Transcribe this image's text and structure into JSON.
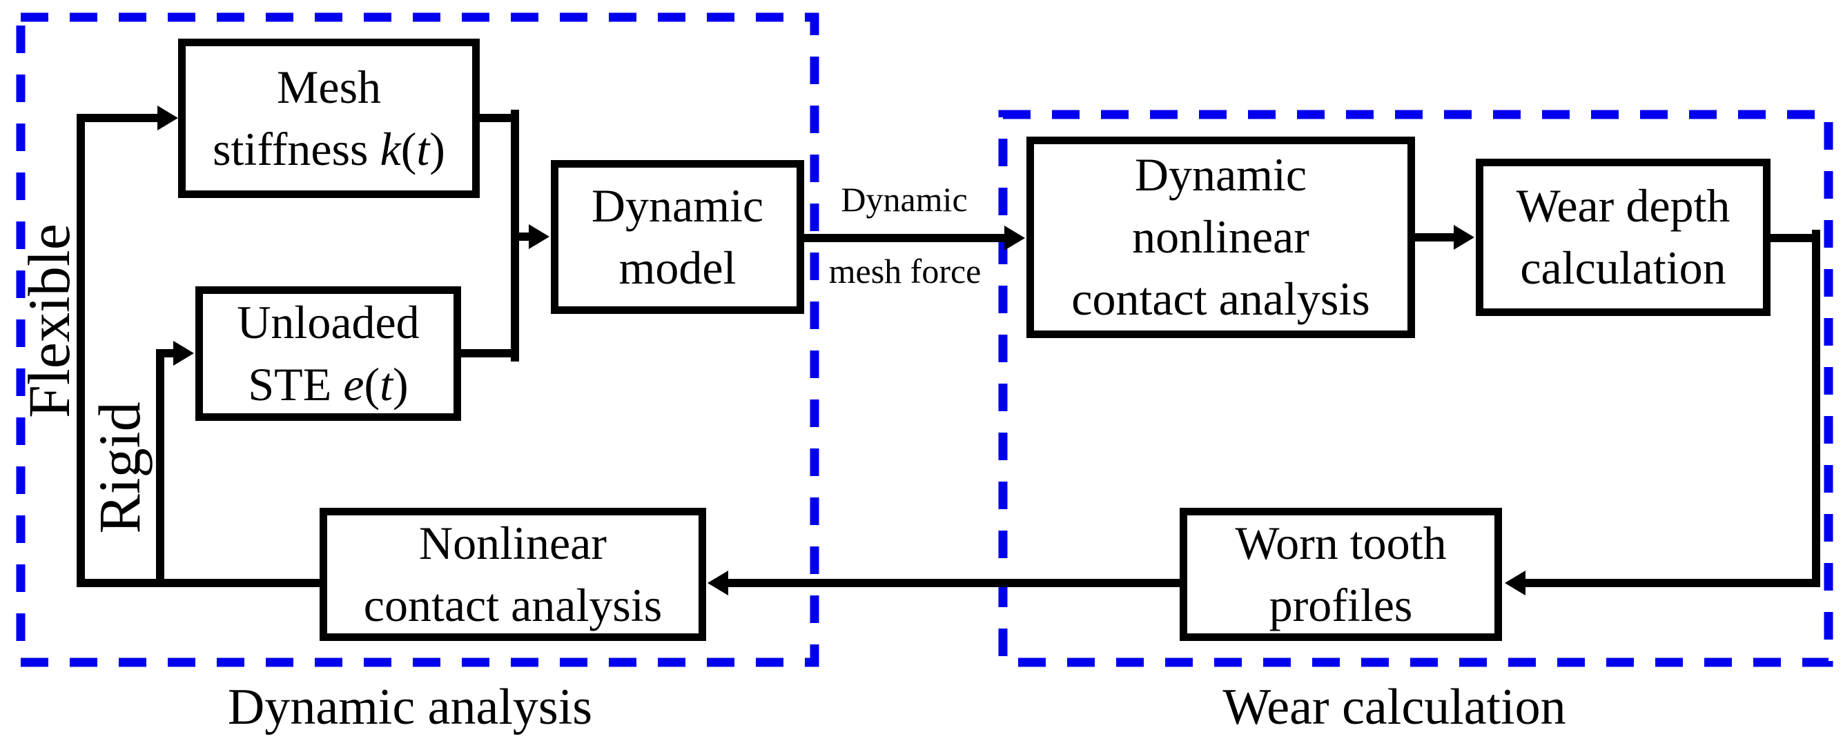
{
  "colors": {
    "dash": "#0000ee",
    "line": "#000000",
    "background": "#ffffff"
  },
  "groups": {
    "dynamic_analysis": {
      "caption": "Dynamic analysis"
    },
    "wear_calculation": {
      "caption": "Wear calculation"
    }
  },
  "boxes": {
    "mesh_stiffness": {
      "line1": "Mesh",
      "line2_parts": [
        {
          "t": "stiffness ",
          "i": false
        },
        {
          "t": "k",
          "i": true
        },
        {
          "t": "(",
          "i": false
        },
        {
          "t": "t",
          "i": true
        },
        {
          "t": ")",
          "i": false
        }
      ]
    },
    "unloaded_ste": {
      "line1": "Unloaded",
      "line2_parts": [
        {
          "t": "STE ",
          "i": false
        },
        {
          "t": "e",
          "i": true
        },
        {
          "t": "(",
          "i": false
        },
        {
          "t": "t",
          "i": true
        },
        {
          "t": ")",
          "i": false
        }
      ]
    },
    "dynamic_model": {
      "line1": "Dynamic",
      "line2": "model"
    },
    "dynamic_nonlinear": {
      "line1": "Dynamic",
      "line2": "nonlinear",
      "line3": "contact analysis"
    },
    "wear_depth": {
      "line1": "Wear depth",
      "line2": "calculation"
    },
    "worn_tooth": {
      "line1": "Worn tooth",
      "line2": "profiles"
    },
    "nonlinear_contact": {
      "line1": "Nonlinear",
      "line2": "contact analysis"
    }
  },
  "edge_labels": {
    "mesh_force": {
      "line1": "Dynamic",
      "line2": "mesh force"
    }
  },
  "side_labels": {
    "flexible": "Flexible",
    "rigid": "Rigid"
  }
}
